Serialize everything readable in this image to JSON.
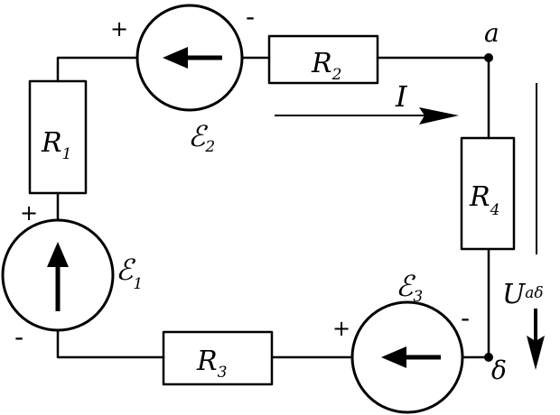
{
  "diagram": {
    "resistors": [
      {
        "id": "R1",
        "name": "R",
        "sub": "1"
      },
      {
        "id": "R2",
        "name": "R",
        "sub": "2"
      },
      {
        "id": "R3",
        "name": "R",
        "sub": "3"
      },
      {
        "id": "R4",
        "name": "R",
        "sub": "4"
      }
    ],
    "sources": [
      {
        "id": "E1",
        "symbol": "ℰ",
        "sub": "1",
        "plus": "+",
        "minus": "-"
      },
      {
        "id": "E2",
        "symbol": "ℰ",
        "sub": "2",
        "plus": "+",
        "minus": "-"
      },
      {
        "id": "E3",
        "symbol": "ℰ",
        "sub": "3",
        "plus": "+",
        "minus": "-"
      }
    ],
    "nodes": {
      "a": "a",
      "b": "δ"
    },
    "current": {
      "label": "I"
    },
    "voltage": {
      "label": "U",
      "sub": "aδ"
    }
  }
}
